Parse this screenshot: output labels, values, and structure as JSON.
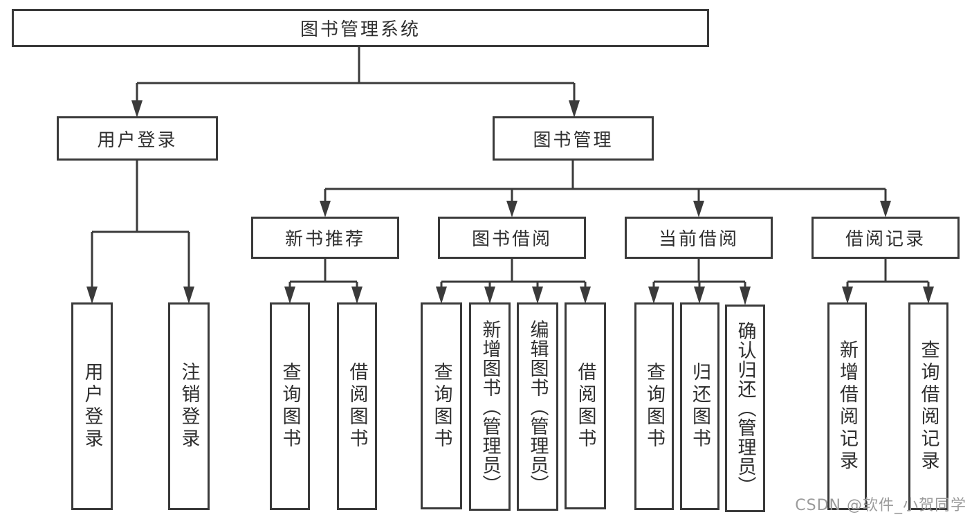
{
  "diagram_type": "hierarchy-tree",
  "tree": {
    "root": "图书管理系统",
    "children": [
      {
        "label": "用户登录",
        "children": [
          "用户登录",
          "注销登录"
        ]
      },
      {
        "label": "图书管理",
        "children": [
          {
            "label": "新书推荐",
            "children": [
              "查询图书",
              "借阅图书"
            ]
          },
          {
            "label": "图书借阅",
            "children": [
              "查询图书",
              "新增图书（管理员）",
              "编辑图书（管理员）",
              "借阅图书"
            ]
          },
          {
            "label": "当前借阅",
            "children": [
              "查询图书",
              "归还图书",
              "确认归还（管理员）"
            ]
          },
          {
            "label": "借阅记录",
            "children": [
              "新增借阅记录",
              "查询借阅记录"
            ]
          }
        ]
      }
    ]
  },
  "watermark": {
    "text": "CSDN @软件_小贺同学"
  },
  "colors": {
    "line": "#3a3a3a",
    "box_border": "#3a3a3a",
    "text": "#2f2f2f",
    "watermark": "#9b9b9b",
    "background": "#ffffff"
  }
}
